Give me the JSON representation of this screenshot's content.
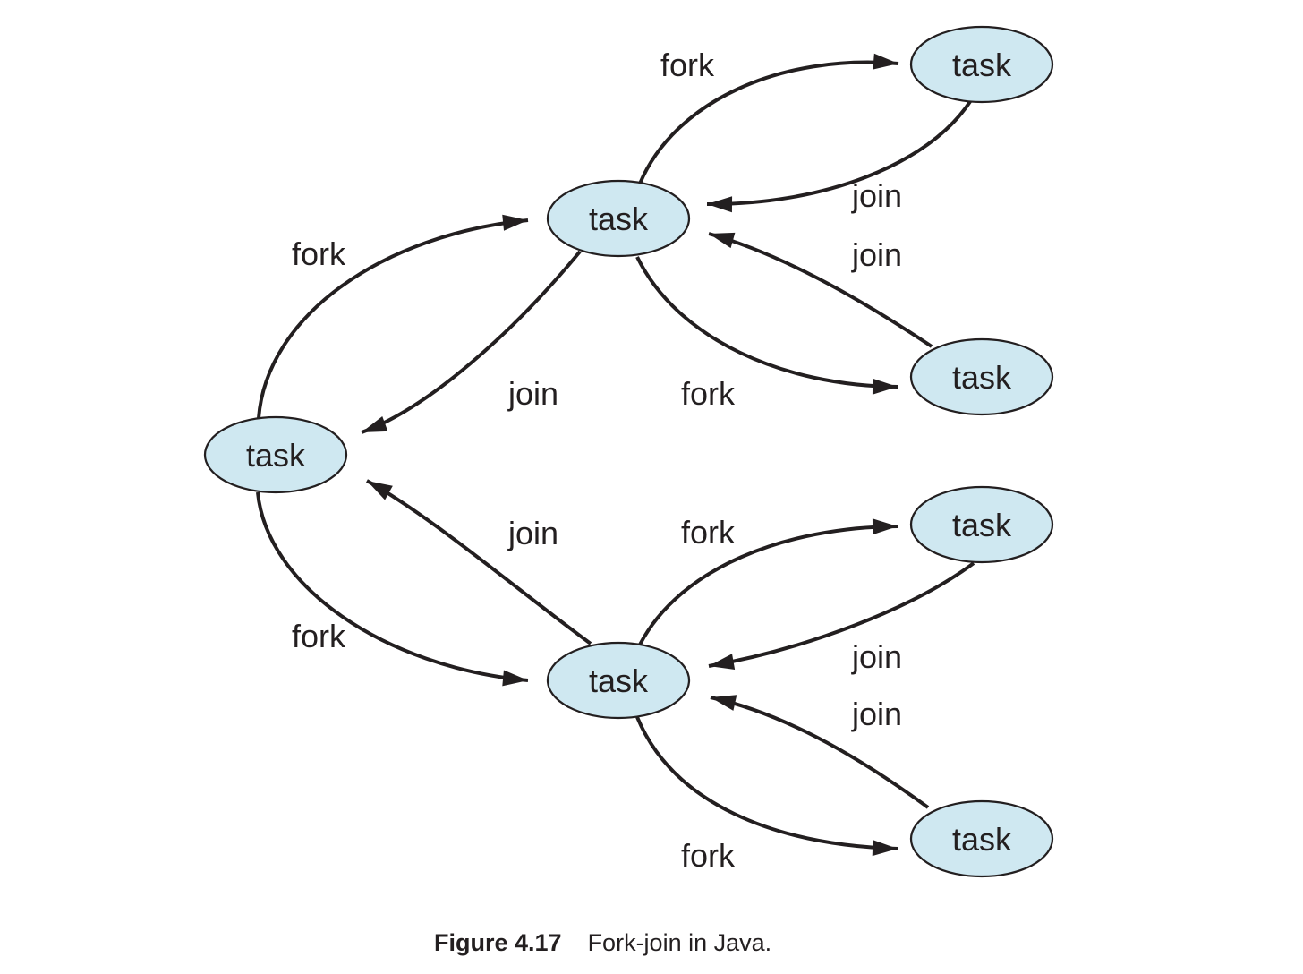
{
  "figure": {
    "caption_label": "Figure 4.17",
    "caption_text": "Fork-join in Java."
  },
  "colors": {
    "background": "#ffffff",
    "node_fill": "#cfe8f1",
    "node_stroke": "#231f20",
    "arrow": "#231f20",
    "text": "#231f20"
  },
  "diagram": {
    "type": "fork-join-task-graph",
    "nodes": [
      {
        "id": "root-task",
        "label": "task"
      },
      {
        "id": "upper-task",
        "label": "task"
      },
      {
        "id": "lower-task",
        "label": "task"
      },
      {
        "id": "top-right-task",
        "label": "task"
      },
      {
        "id": "upper-right-task",
        "label": "task"
      },
      {
        "id": "lower-right-task",
        "label": "task"
      },
      {
        "id": "bottom-right-task",
        "label": "task"
      }
    ],
    "edges": [
      {
        "from": "root-task",
        "to": "upper-task",
        "label": "fork"
      },
      {
        "from": "upper-task",
        "to": "root-task",
        "label": "join"
      },
      {
        "from": "upper-task",
        "to": "top-right-task",
        "label": "fork"
      },
      {
        "from": "top-right-task",
        "to": "upper-task",
        "label": "join"
      },
      {
        "from": "upper-right-task",
        "to": "upper-task",
        "label": "join"
      },
      {
        "from": "upper-task",
        "to": "upper-right-task",
        "label": "fork"
      },
      {
        "from": "lower-task",
        "to": "root-task",
        "label": "join"
      },
      {
        "from": "root-task",
        "to": "lower-task",
        "label": "fork"
      },
      {
        "from": "lower-task",
        "to": "lower-right-task",
        "label": "fork"
      },
      {
        "from": "lower-right-task",
        "to": "lower-task",
        "label": "join"
      },
      {
        "from": "bottom-right-task",
        "to": "lower-task",
        "label": "join"
      },
      {
        "from": "lower-task",
        "to": "bottom-right-task",
        "label": "fork"
      }
    ]
  }
}
